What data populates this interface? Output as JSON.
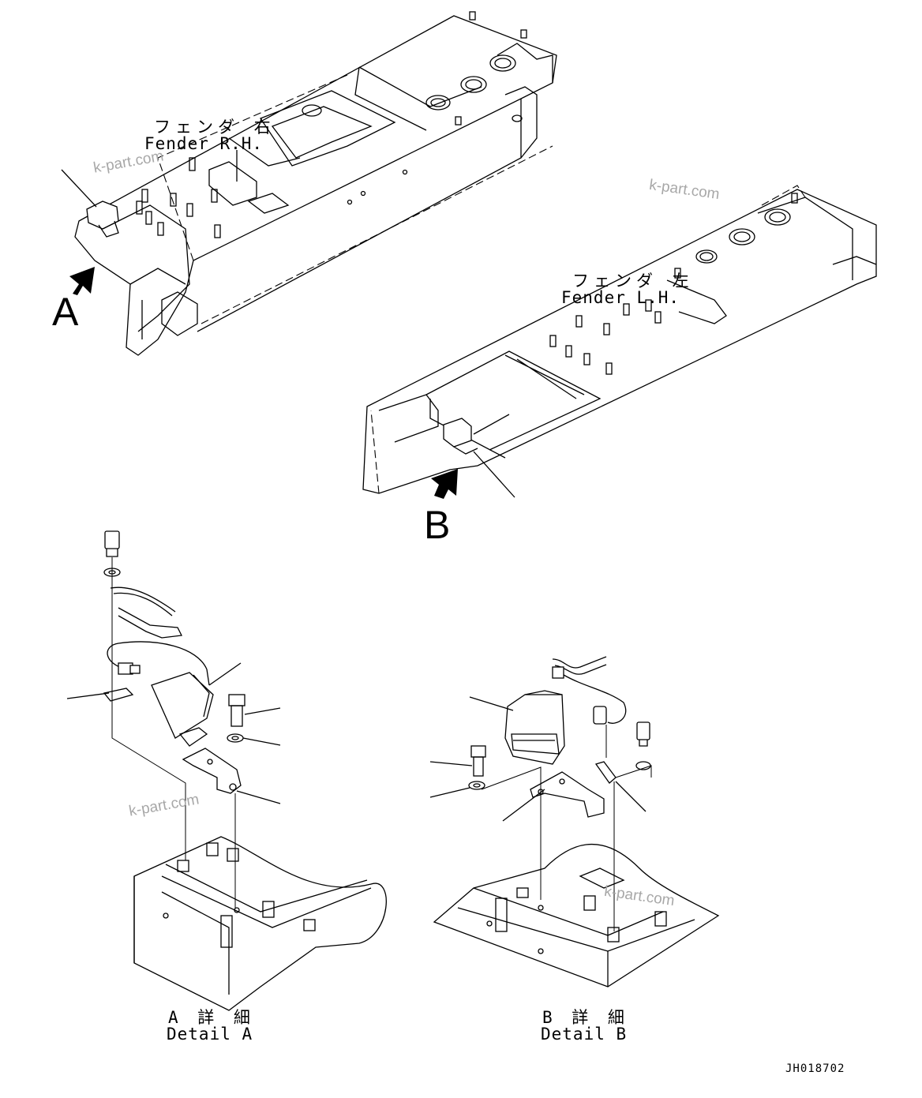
{
  "fender_rh": {
    "ja": "フェンダ 右",
    "en": "Fender R.H."
  },
  "fender_lh": {
    "ja": "フェンダ 左",
    "en": "Fender L.H."
  },
  "view_a": "A",
  "view_b": "B",
  "detail_a": {
    "ja": "A 詳 細",
    "en": "Detail A"
  },
  "detail_b": {
    "ja": "B 詳 細",
    "en": "Detail B"
  },
  "watermark": "k-part.com",
  "drawing_code": "JH018702"
}
